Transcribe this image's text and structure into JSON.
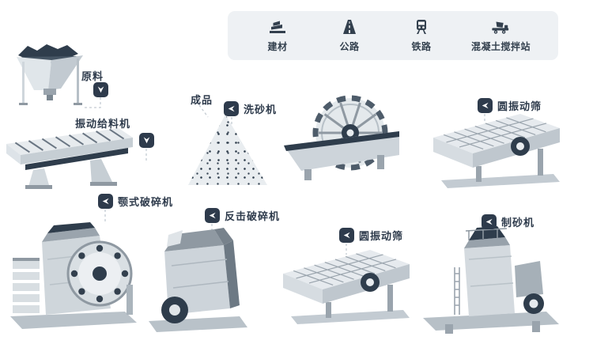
{
  "applications": {
    "items": [
      {
        "label": "建材",
        "icon": "building-materials-icon"
      },
      {
        "label": "公路",
        "icon": "highway-icon"
      },
      {
        "label": "铁路",
        "icon": "railway-icon"
      },
      {
        "label": "混凝土搅拌站",
        "icon": "concrete-mixing-plant-icon"
      }
    ]
  },
  "labels": {
    "raw_material": "原料",
    "vibrating_feeder": "振动给料机",
    "finished_product": "成品",
    "sand_washer": "洗砂机",
    "circular_vibrating_screen_top": "圆振动筛",
    "jaw_crusher": "颚式破碎机",
    "impact_crusher": "反击破碎机",
    "circular_vibrating_screen_bottom": "圆振动筛",
    "sand_maker": "制砂机"
  },
  "colors": {
    "badge_navy": "#2e3b4c",
    "label_text": "#2e3b4c",
    "panel_bg": "#eef1f4",
    "machine_light": "#e7ebee",
    "machine_mid": "#c6ced4",
    "machine_dark": "#8f99a2",
    "accent_dark": "#2f3d4c"
  }
}
